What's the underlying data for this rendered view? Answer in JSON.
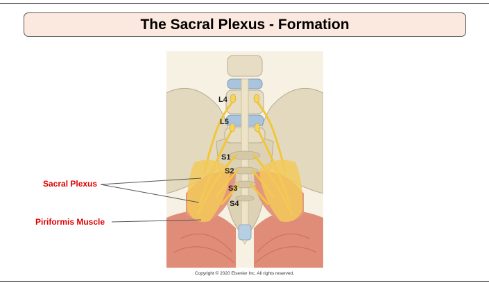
{
  "slide": {
    "title": "The Sacral Plexus - Formation",
    "copyright": "Copyright © 2020 Elsevier Inc. All rights reserved."
  },
  "figure": {
    "level_labels": [
      "L4",
      "L5",
      "S1",
      "S2",
      "S3",
      "S4"
    ],
    "callouts": {
      "sacral_plexus": "Sacral Plexus",
      "piriformis": "Piriformis Muscle"
    },
    "colors": {
      "callout_text": "#e00000",
      "title_bg": "#fbe8de",
      "bone": "#e3d9bf",
      "nerve": "#f2c63a",
      "muscle": "#e0907a",
      "disc": "#a9c4dc"
    }
  }
}
